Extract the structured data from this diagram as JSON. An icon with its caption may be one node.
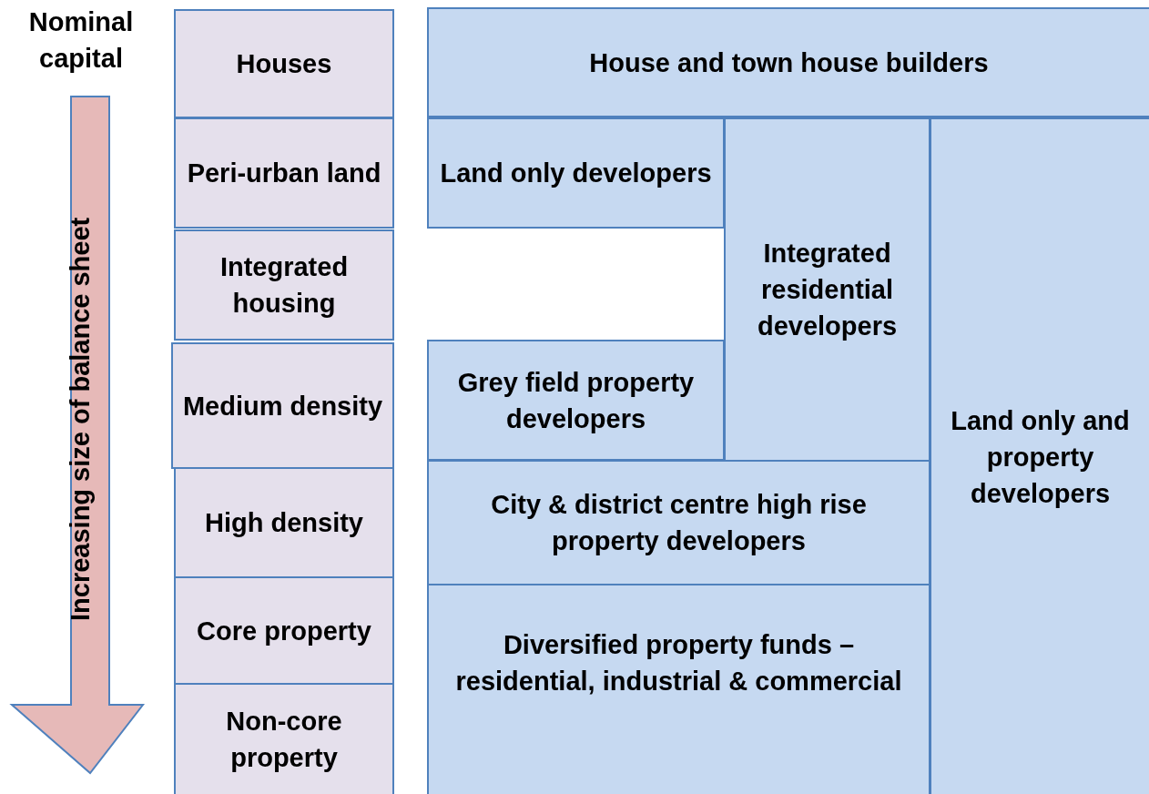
{
  "diagram": {
    "nodes": [
      {
        "text": [
          "Houses"
        ]
      },
      {
        "text": [
          "Peri-urban land"
        ]
      },
      {
        "text": [
          "Integrated housing"
        ]
      },
      {
        "text": [
          "Medium density"
        ]
      },
      {
        "text": [
          "High density"
        ]
      },
      {
        "text": [
          "Core property"
        ]
      },
      {
        "text": [
          "Non-core property"
        ]
      },
      {
        "text": [
          "House and town house builders"
        ]
      },
      {
        "text": [
          "Land only developers"
        ]
      },
      {
        "text": [
          "Integrated residential developers"
        ]
      },
      {
        "text": [
          "Land only and property developers"
        ]
      },
      {
        "text": [
          "Grey field property developers"
        ]
      },
      {
        "text": [
          "City & district centre high rise property developers"
        ]
      },
      {
        "text": [
          "Diversified property funds – residential, industrial & commercial"
        ]
      }
    ],
    "edges": [],
    "labels": [
      "Nominal capital",
      "Increasing size of balance sheet"
    ]
  }
}
